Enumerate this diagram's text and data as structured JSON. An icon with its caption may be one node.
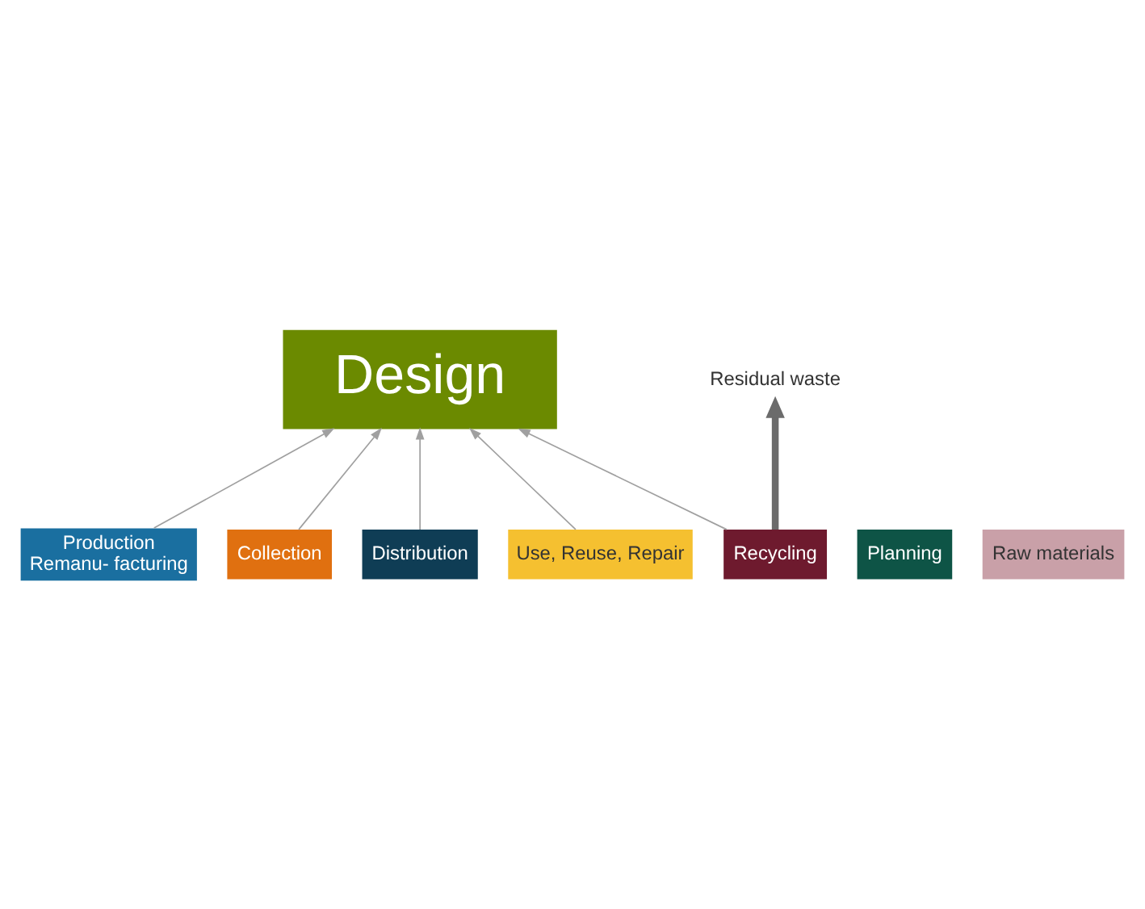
{
  "diagram": {
    "nodes": [
      {
        "text": [
          "Design"
        ]
      },
      {
        "text": [
          "Planning"
        ]
      },
      {
        "text": [
          "Residual waste"
        ]
      },
      {
        "text": [
          "Recycling"
        ]
      },
      {
        "text": [
          "Production",
          "Remanu- facturing"
        ]
      },
      {
        "text": [
          "Raw materials"
        ]
      },
      {
        "text": [
          "Collection"
        ]
      },
      {
        "text": [
          "Distribution"
        ]
      },
      {
        "text": [
          "Use, Reuse, Repair"
        ]
      }
    ],
    "edges": [
      {
        "from": 3,
        "to": 0,
        "arrow": "to"
      },
      {
        "from": 4,
        "to": 0,
        "arrow": "to"
      },
      {
        "from": 7,
        "to": 0,
        "arrow": "to"
      },
      {
        "from": 8,
        "to": 0,
        "arrow": "to"
      },
      {
        "from": 6,
        "to": 0,
        "arrow": "to"
      },
      {
        "from": 3,
        "to": 2,
        "arrow": "to",
        "style": "thick",
        "color": "#6b6b6b"
      }
    ]
  }
}
